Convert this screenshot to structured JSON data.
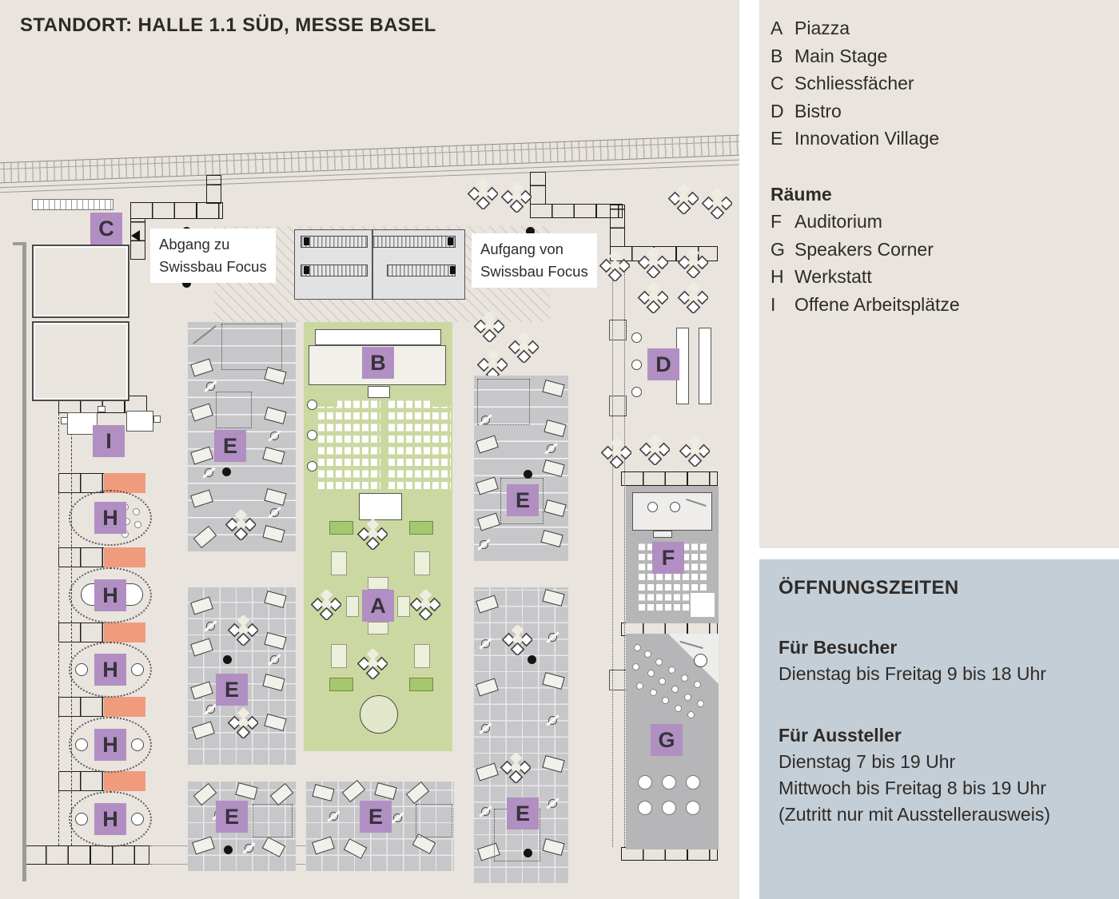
{
  "title": "STANDORT: HALLE 1.1 SÜD, MESSE BASEL",
  "legend": {
    "items": [
      {
        "key": "A",
        "label": "Piazza"
      },
      {
        "key": "B",
        "label": "Main Stage"
      },
      {
        "key": "C",
        "label": "Schliessfächer"
      },
      {
        "key": "D",
        "label": "Bistro"
      },
      {
        "key": "E",
        "label": "Innovation Village"
      }
    ],
    "rooms_header": "Räume",
    "room_items": [
      {
        "key": "F",
        "label": "Auditorium"
      },
      {
        "key": "G",
        "label": "Speakers Corner"
      },
      {
        "key": "H",
        "label": "Werkstatt"
      },
      {
        "key": "I",
        "label": "Offene Arbeitsplätze"
      }
    ]
  },
  "opening_hours": {
    "header": "ÖFFNUNGSZEITEN",
    "visitors_header": "Für Besucher",
    "visitors_hours": "Dienstag bis Freitag 9 bis 18 Uhr",
    "exhibitors_header": "Für Aussteller",
    "exhibitors_line1": "Dienstag 7 bis 19 Uhr",
    "exhibitors_line2": "Mittwoch bis Freitag 8 bis 19 Uhr",
    "exhibitors_line3": "(Zutritt nur mit Ausstellerausweis)"
  },
  "plan": {
    "abgang_line1": "Abgang zu",
    "abgang_line2": "Swissbau Focus",
    "aufgang_line1": "Aufgang von",
    "aufgang_line2": "Swissbau Focus",
    "markers": {
      "piazza": "A",
      "main_stage": "B",
      "schliessfaecher": "C",
      "bistro": "D",
      "innovation_village": "E",
      "auditorium": "F",
      "speakers_corner": "G",
      "werkstatt": "H",
      "offene_arbeitsplaetze": "I"
    }
  },
  "colors": {
    "background": "#e9e4dd",
    "marker_purple": "#b18fc2",
    "piazza_green": "#ccd8a1",
    "werkstatt_salmon": "#f09b7c",
    "hours_panel_blue": "#c4ced6",
    "zone_gray": "#c7c6c8",
    "room_gray": "#b6b5b7"
  }
}
